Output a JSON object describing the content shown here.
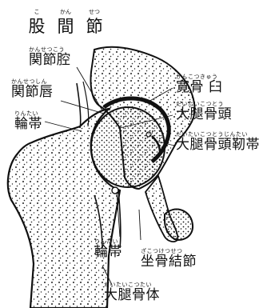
{
  "title": {
    "chars": [
      {
        "ruby": "こ",
        "text": "股"
      },
      {
        "ruby": "かん",
        "text": "間"
      },
      {
        "ruby": "せつ",
        "text": "節"
      }
    ]
  },
  "labels": {
    "joint_cavity": {
      "ruby": "かんせつこう",
      "text": "関節腔"
    },
    "acetabular_labrum": {
      "ruby": "かんせつしん",
      "text": "関節唇"
    },
    "upper_ring_ligament": {
      "ruby": "りんたい",
      "text": "輪帯"
    },
    "acetabulum": {
      "ruby": "かんこつきゅう",
      "text": "寛骨 臼"
    },
    "femoral_head": {
      "ruby": "だいたいこつとう",
      "text": "大腿骨頭"
    },
    "ligament_of_head": {
      "ruby": "だいたいこつとうじんたい",
      "text": "大腿骨頭靭帯"
    },
    "lower_ring_ligament": {
      "ruby": "りんたい",
      "text": "輪帯"
    },
    "ischial_tuberosity": {
      "ruby": "ざこつけつせつ",
      "text": "坐骨結節"
    },
    "femur_body": {
      "ruby": "だいたいこつたい",
      "text": "大腿骨体"
    }
  }
}
